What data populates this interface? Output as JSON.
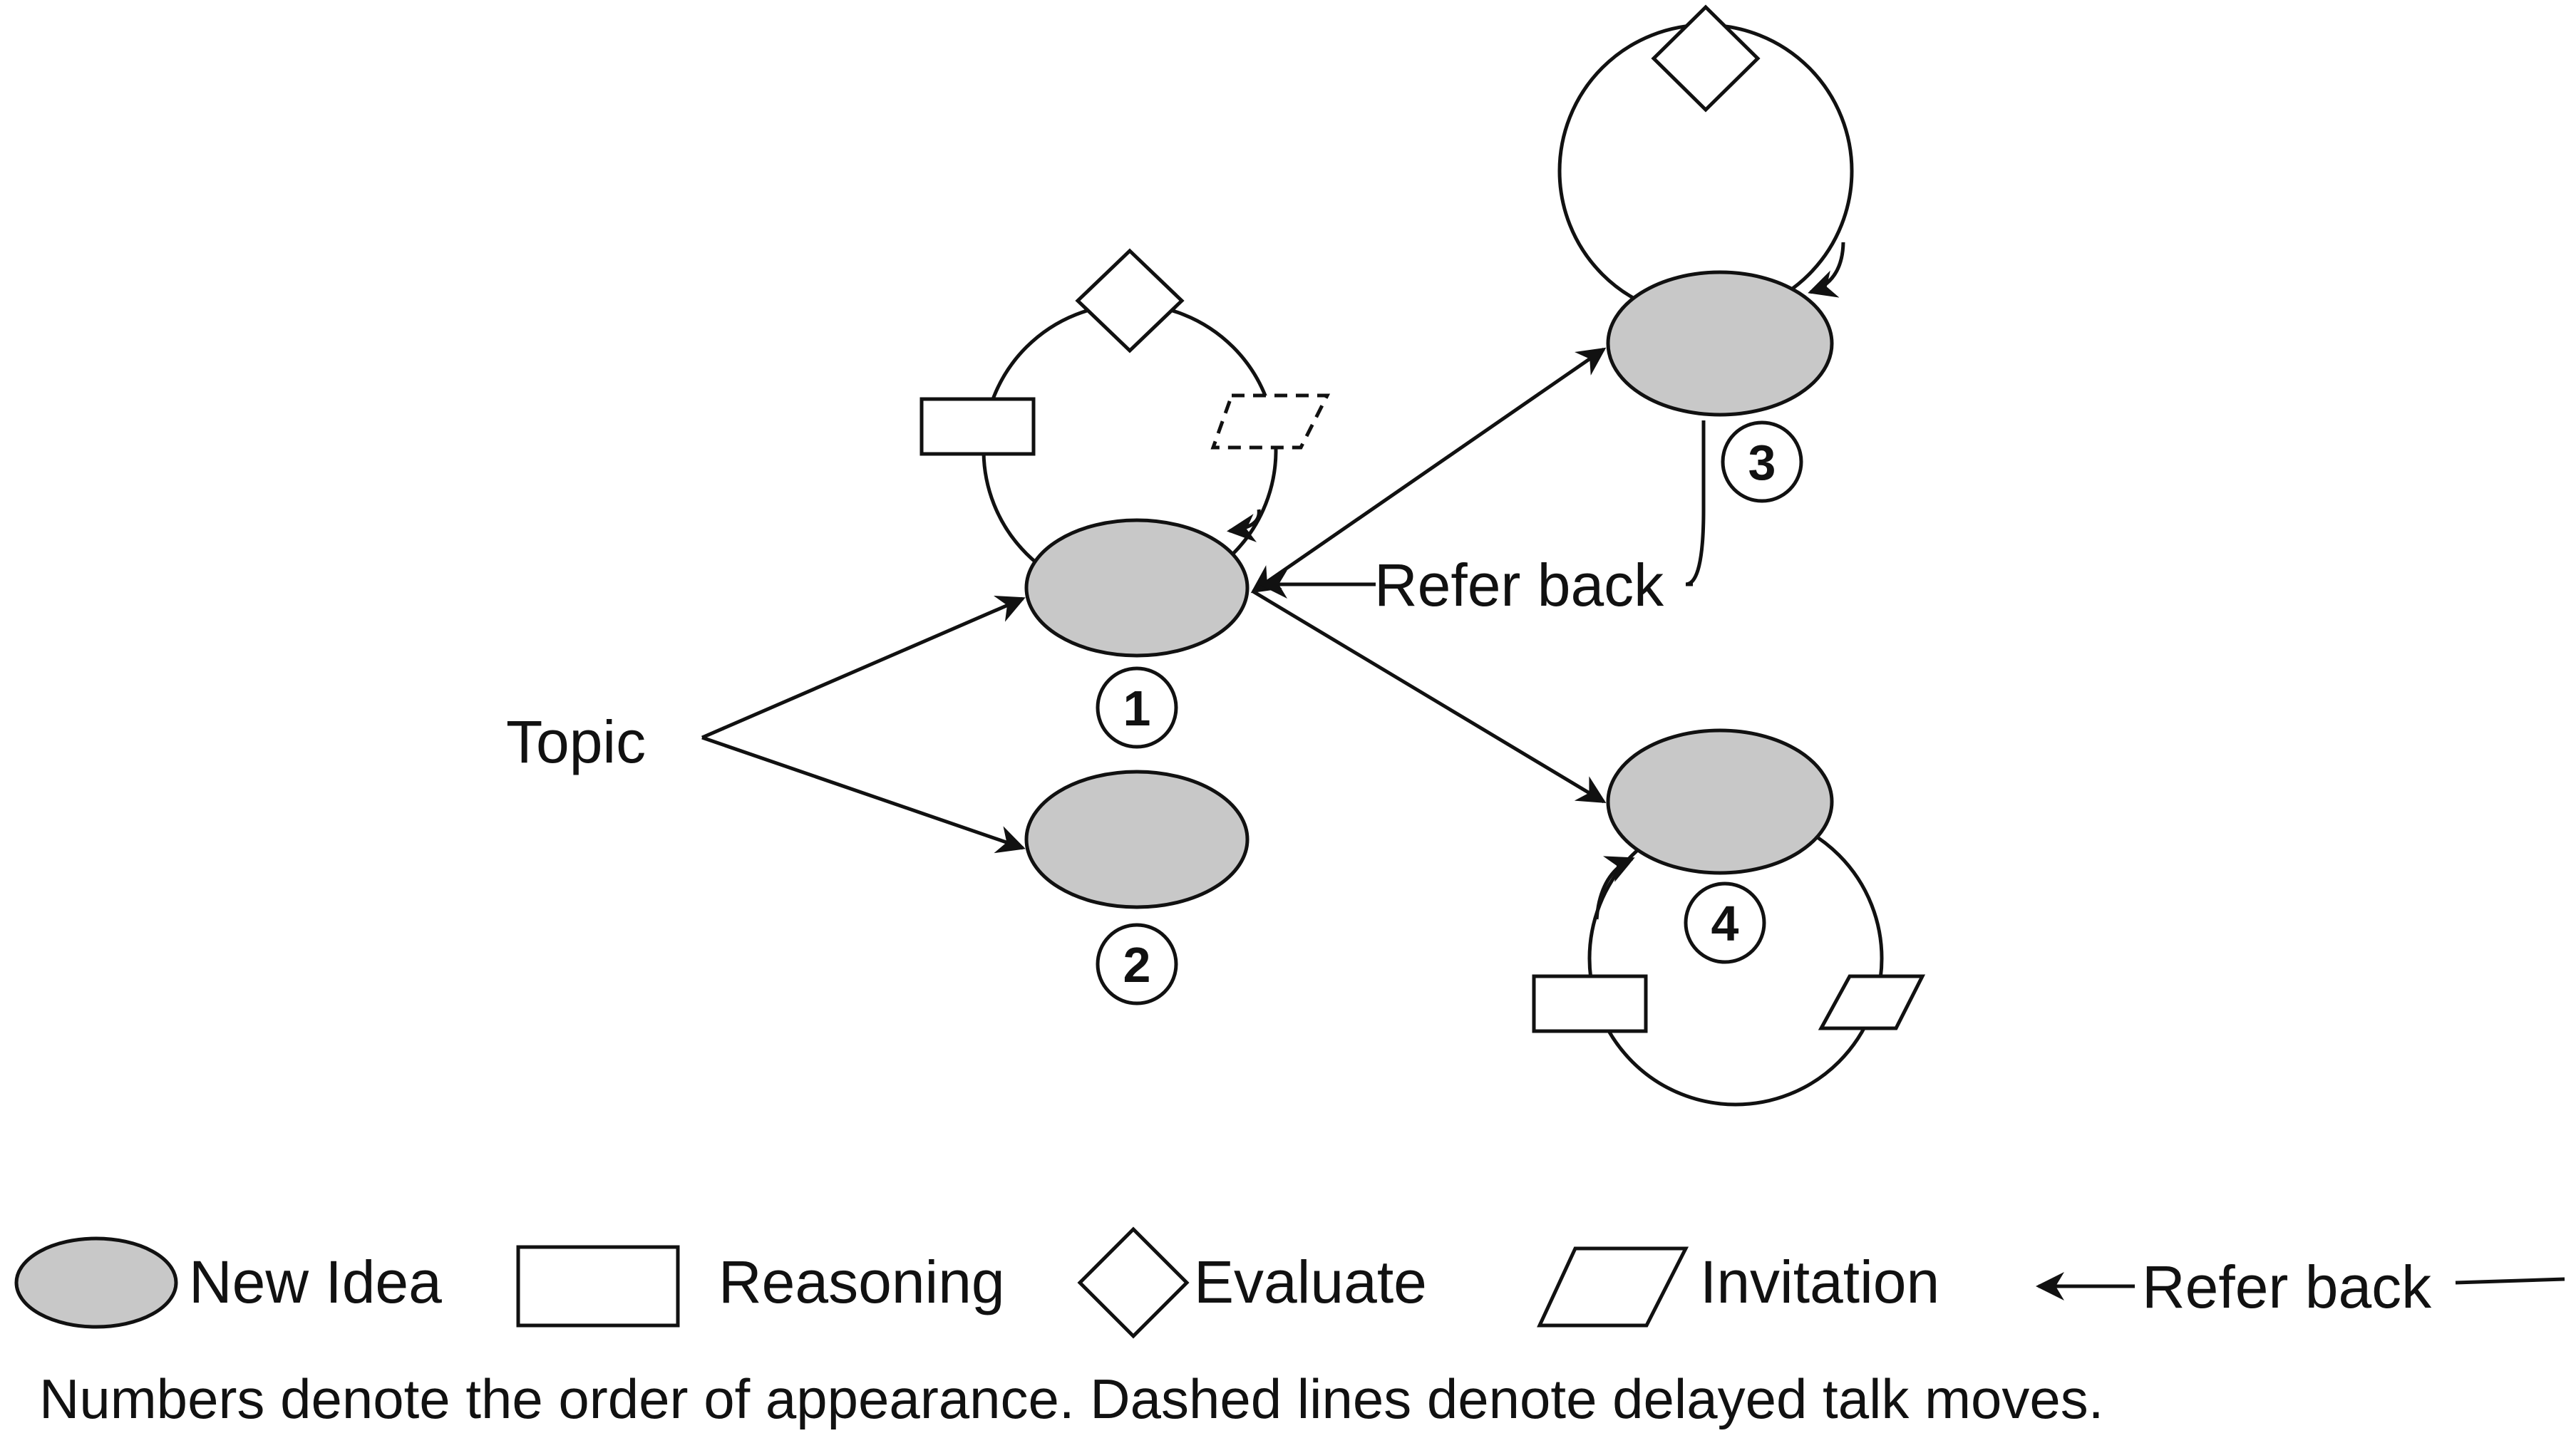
{
  "diagram": {
    "topic_label": "Topic",
    "refer_back_label": "Refer back",
    "numbers": [
      "1",
      "2",
      "3",
      "4"
    ]
  },
  "legend": {
    "new_idea": "New Idea",
    "reasoning": "Reasoning",
    "evaluate": "Evaluate",
    "invitation": "Invitation",
    "refer_back": "Refer back"
  },
  "footnote": "Numbers denote the order of appearance. Dashed lines denote delayed talk moves.",
  "colors": {
    "idea_fill": "#c8c8c8",
    "stroke": "#111111",
    "background": "#ffffff"
  }
}
